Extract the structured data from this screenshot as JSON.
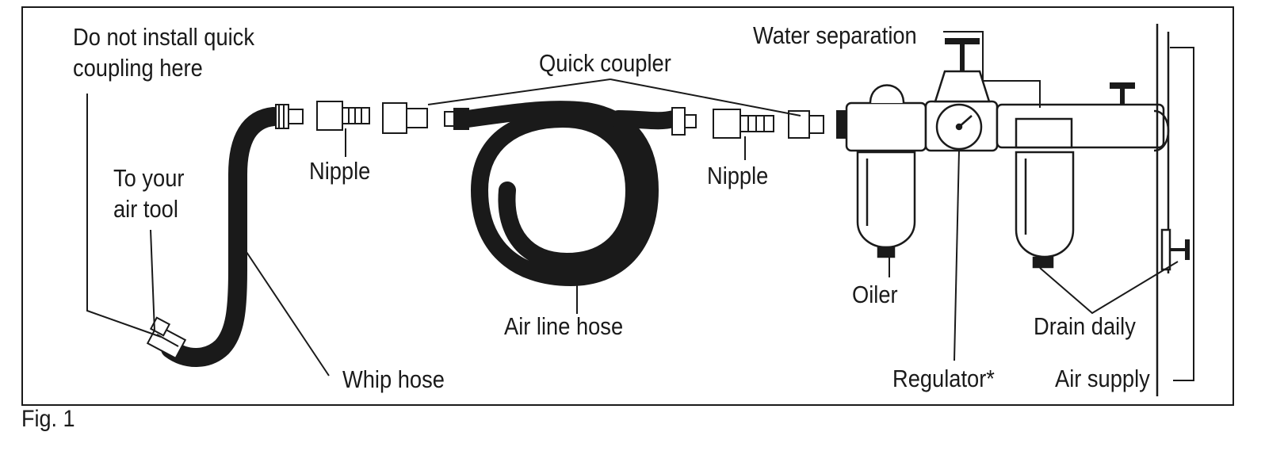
{
  "figure": {
    "caption": "Fig. 1",
    "labels": {
      "no_coupling_line1": "Do not install quick",
      "no_coupling_line2": "coupling here",
      "to_tool_line1": "To your",
      "to_tool_line2": "air tool",
      "nipple_left": "Nipple",
      "quick_coupler": "Quick coupler",
      "nipple_right": "Nipple",
      "water_separation": "Water separation",
      "air_line_hose": "Air line hose",
      "whip_hose": "Whip hose",
      "oiler": "Oiler",
      "drain_daily": "Drain daily",
      "regulator": "Regulator*",
      "air_supply": "Air supply"
    }
  }
}
